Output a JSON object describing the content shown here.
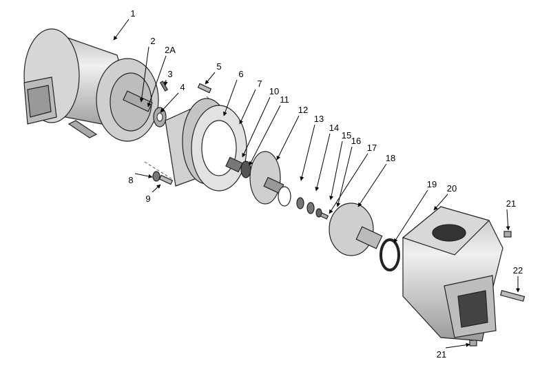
{
  "callouts": [
    "1",
    "2",
    "2A",
    "3",
    "4",
    "5",
    "6",
    "7",
    "10",
    "11",
    "12",
    "13",
    "14",
    "15",
    "16",
    "17",
    "18",
    "19",
    "20",
    "21",
    "22",
    "21",
    "8",
    "9"
  ],
  "colors": {
    "part_fill": "#c8c8c8",
    "part_light": "#e4e4e4",
    "part_dark": "#5a5a5a",
    "line": "#000000"
  }
}
